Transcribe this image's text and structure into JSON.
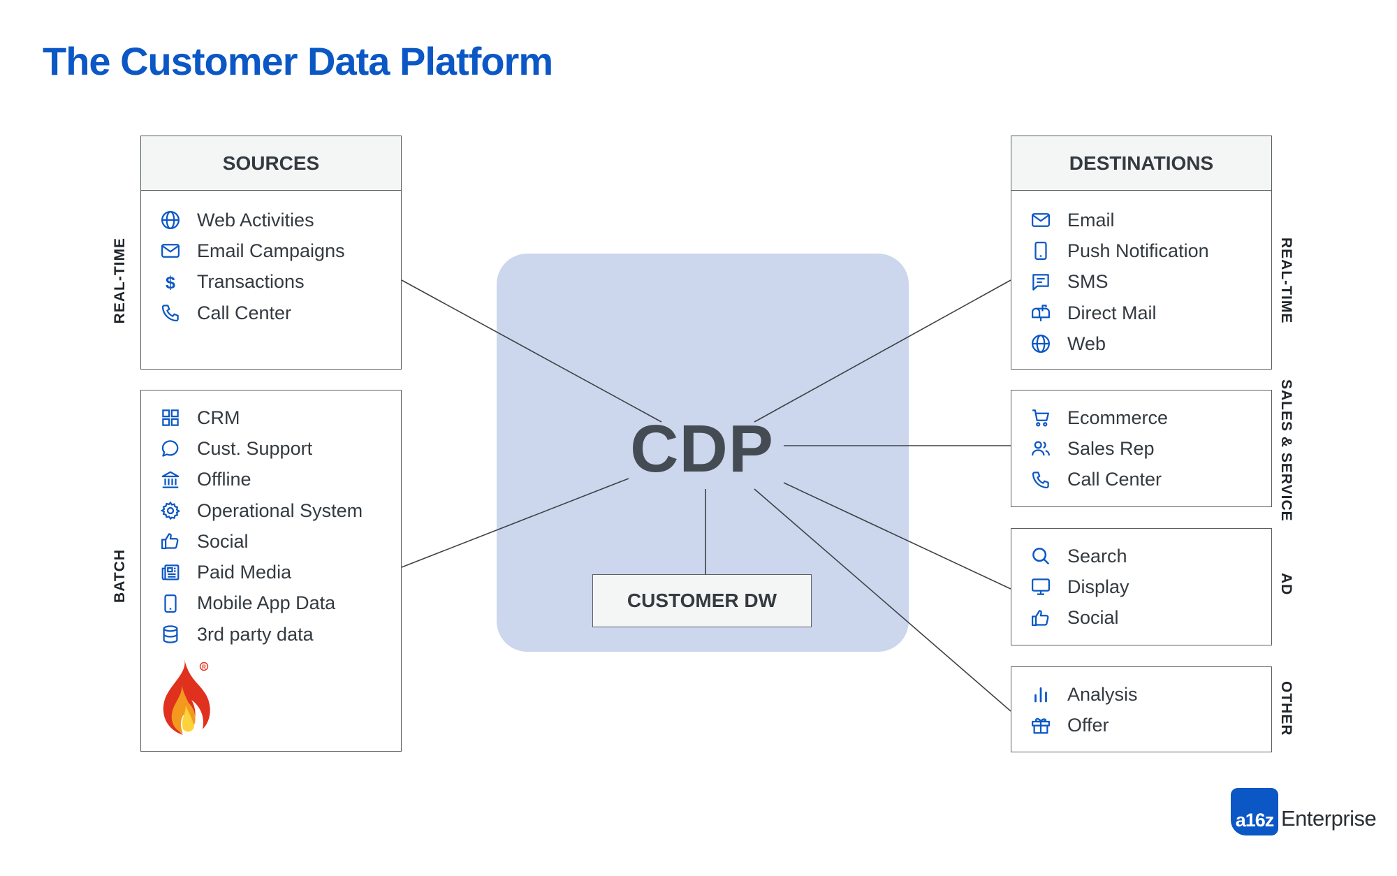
{
  "title": "The Customer Data Platform",
  "hub": {
    "label": "CDP",
    "warehouse": "CUSTOMER DW"
  },
  "sources": {
    "header": "SOURCES",
    "realtime": {
      "label": "REAL-TIME",
      "items": [
        {
          "label": "Web Activities",
          "icon": "globe-icon"
        },
        {
          "label": "Email Campaigns",
          "icon": "envelope-icon"
        },
        {
          "label": "Transactions",
          "icon": "dollar-icon"
        },
        {
          "label": "Call Center",
          "icon": "phone-icon"
        }
      ]
    },
    "batch": {
      "label": "BATCH",
      "items": [
        {
          "label": "CRM",
          "icon": "grid-icon"
        },
        {
          "label": "Cust. Support",
          "icon": "chat-bubble-icon"
        },
        {
          "label": "Offline",
          "icon": "bank-icon"
        },
        {
          "label": "Operational System",
          "icon": "gear-icon"
        },
        {
          "label": "Social",
          "icon": "thumbs-up-icon"
        },
        {
          "label": "Paid Media",
          "icon": "newspaper-icon"
        },
        {
          "label": "Mobile App Data",
          "icon": "mobile-icon"
        },
        {
          "label": "3rd party data",
          "icon": "database-icon"
        }
      ]
    }
  },
  "destinations": {
    "header": "DESTINATIONS",
    "groups": [
      {
        "label": "REAL-TIME",
        "items": [
          {
            "label": "Email",
            "icon": "envelope-icon"
          },
          {
            "label": "Push Notification",
            "icon": "mobile-icon"
          },
          {
            "label": "SMS",
            "icon": "message-icon"
          },
          {
            "label": "Direct Mail",
            "icon": "mailbox-icon"
          },
          {
            "label": "Web",
            "icon": "globe-icon"
          }
        ]
      },
      {
        "label": "SALES & SERVICE",
        "items": [
          {
            "label": "Ecommerce",
            "icon": "cart-icon"
          },
          {
            "label": "Sales Rep",
            "icon": "users-icon"
          },
          {
            "label": "Call Center",
            "icon": "phone-icon"
          }
        ]
      },
      {
        "label": "AD",
        "items": [
          {
            "label": "Search",
            "icon": "search-icon"
          },
          {
            "label": "Display",
            "icon": "monitor-icon"
          },
          {
            "label": "Social",
            "icon": "thumbs-up-icon"
          }
        ]
      },
      {
        "label": "OTHER",
        "items": [
          {
            "label": "Analysis",
            "icon": "bar-chart-icon"
          },
          {
            "label": "Offer",
            "icon": "gift-icon"
          }
        ]
      }
    ]
  },
  "branding": {
    "flame_mark": "flame-logo",
    "logo_mark": "a16z",
    "logo_text": "Enterprise"
  },
  "colors": {
    "title": "#0b57c5",
    "icon": "#0b57c5",
    "hub": "#ccd6ec",
    "box_header": "#f4f5f5",
    "text": "#333a40"
  }
}
